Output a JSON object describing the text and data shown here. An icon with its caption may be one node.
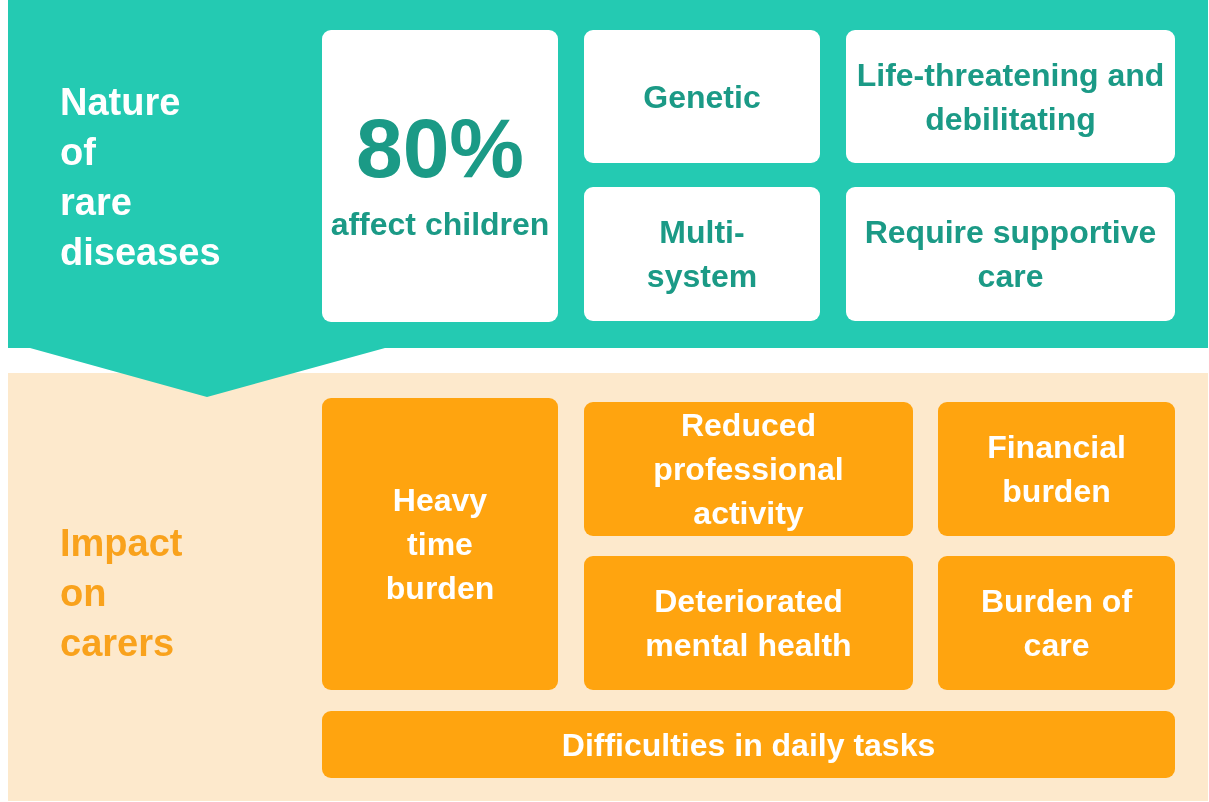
{
  "diagram": {
    "nodes": [
      {
        "text": [
          "Nature of rare diseases"
        ]
      },
      {
        "text": [
          "80%",
          "affect children"
        ],
        "in": 0
      },
      {
        "text": [
          "Genetic"
        ],
        "in": 0
      },
      {
        "text": [
          "Life-threatening and debilitating"
        ],
        "in": 0
      },
      {
        "text": [
          "Multi-system"
        ],
        "in": 0
      },
      {
        "text": [
          "Require supportive care"
        ],
        "in": 0
      },
      {
        "text": [
          "Impact on carers"
        ]
      },
      {
        "text": [
          "Heavy time burden"
        ],
        "in": 6
      },
      {
        "text": [
          "Reduced professional activity"
        ],
        "in": 6
      },
      {
        "text": [
          "Financial burden"
        ],
        "in": 6
      },
      {
        "text": [
          "Deteriorated mental health"
        ],
        "in": 6
      },
      {
        "text": [
          "Burden of care"
        ],
        "in": 6
      },
      {
        "text": [
          "Difficulties in daily tasks"
        ],
        "in": 6
      }
    ],
    "edges": []
  }
}
